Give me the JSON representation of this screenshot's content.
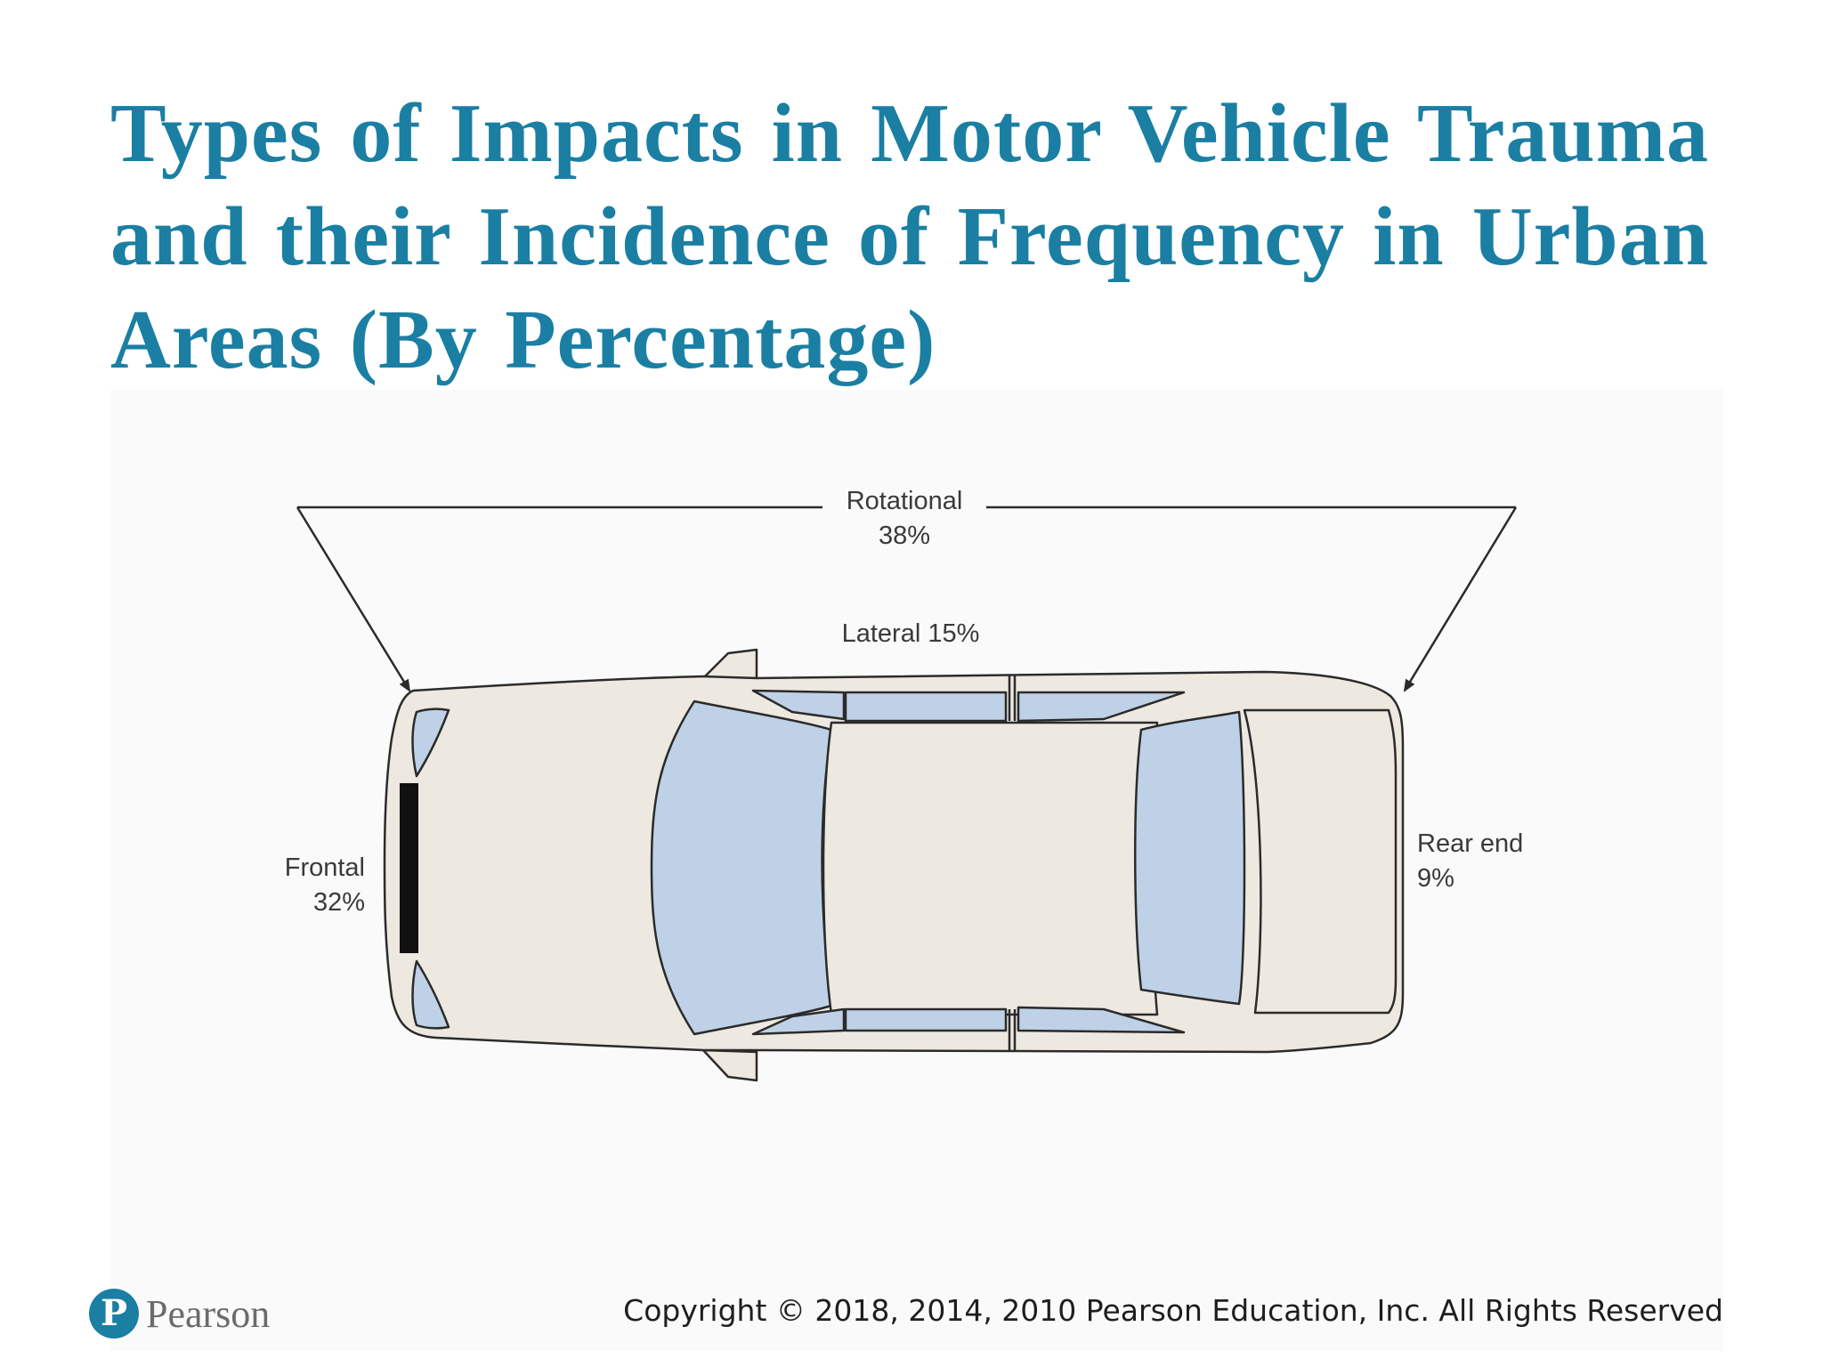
{
  "title": "Types of Impacts in Motor Vehicle Trauma and their Incidence of Frequency in Urban Areas (By Percentage)",
  "diagram": {
    "rotational": {
      "label": "Rotational",
      "value": "38%"
    },
    "lateral": {
      "label": "Lateral 15%"
    },
    "frontal": {
      "label": "Frontal",
      "value": "32%"
    },
    "rear_end": {
      "label": "Rear end",
      "value": "9%"
    }
  },
  "footer": {
    "logo_text": "Pearson",
    "logo_mark": "P",
    "copyright": "Copyright © 2018, 2014, 2010 Pearson Education, Inc. All Rights Reserved"
  },
  "colors": {
    "title": "#1a7fa3",
    "car_body": "#ede8e0",
    "car_glass": "#bfd1e6",
    "outline": "#2b2b2b"
  }
}
